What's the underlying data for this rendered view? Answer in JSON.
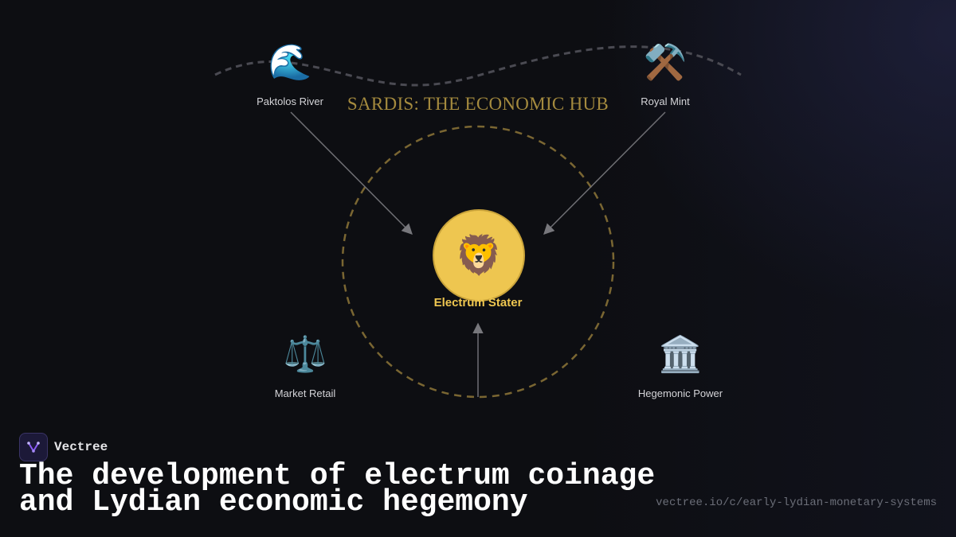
{
  "diagram": {
    "title": "SARDIS: THE ECONOMIC HUB",
    "center": {
      "icon": "lion-face-icon",
      "glyph": "🦁",
      "label": "Electrum Stater"
    },
    "nodes": [
      {
        "id": "paktolos",
        "icon": "water-wave-icon",
        "glyph": "🌊",
        "label": "Paktolos River"
      },
      {
        "id": "mint",
        "icon": "hammer-and-pick-icon",
        "glyph": "⚒️",
        "label": "Royal Mint"
      },
      {
        "id": "market",
        "icon": "balance-scale-icon",
        "glyph": "⚖️",
        "label": "Market Retail"
      },
      {
        "id": "power",
        "icon": "classical-building-icon",
        "glyph": "🏛️",
        "label": "Hegemonic Power"
      }
    ]
  },
  "footer": {
    "brand_name": "Vectree",
    "brand_icon": "vectree-logo-icon",
    "headline_line1": "The development of electrum coinage",
    "headline_line2": "and Lydian economic hegemony",
    "url": "vectree.io/c/early-lydian-monetary-systems"
  },
  "colors": {
    "background": "#0d0e12",
    "gold": "#eec650",
    "title_gold": "#a48a3e",
    "ring": "#7a6632",
    "connector": "#6f6f74",
    "brand_accent": "#8b5cf6"
  }
}
